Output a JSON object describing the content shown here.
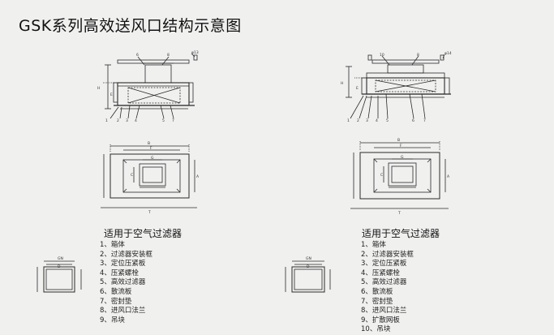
{
  "page": {
    "title": "GSK系列高效送风口结构示意图"
  },
  "left_panel": {
    "subtitle": "适用于空气过滤器",
    "front_view": {
      "callouts_top": [
        "6",
        "8",
        "φ13"
      ],
      "callouts_bottom": [
        "1",
        "2",
        "3",
        "4",
        "5",
        "7"
      ],
      "side_dims": [
        "H",
        "E"
      ]
    },
    "plan_view": {
      "dims": [
        "B",
        "F",
        "G",
        "C",
        "A",
        "T"
      ]
    },
    "small_frame": {
      "dims": [
        "GN",
        "D"
      ]
    },
    "parts": [
      "1、箱体",
      "2、过滤器安装框",
      "3、定位压紧板",
      "4、压紧螺栓",
      "5、高效过滤器",
      "6、散流板",
      "7、密封垫",
      "8、进风口法兰",
      "9、吊块"
    ]
  },
  "right_panel": {
    "subtitle": "适用于空气过滤器",
    "front_view": {
      "callouts_top": [
        "10",
        "8",
        "φ14"
      ],
      "callouts_bottom": [
        "1",
        "2",
        "3",
        "4",
        "5",
        "6",
        "7"
      ],
      "side_dims": [
        "H",
        "E"
      ]
    },
    "plan_view": {
      "dims": [
        "B",
        "F",
        "G",
        "C",
        "A",
        "T"
      ]
    },
    "small_frame": {
      "dims": [
        "GN",
        "D"
      ]
    },
    "parts": [
      "1、箱体",
      "2、过滤器安装框",
      "3、定位压紧板",
      "4、压紧螺栓",
      "5、高效过滤器",
      "6、散流板",
      "7、密封垫",
      "8、进风口法兰",
      "9、扩散网板",
      "10、吊块"
    ]
  }
}
